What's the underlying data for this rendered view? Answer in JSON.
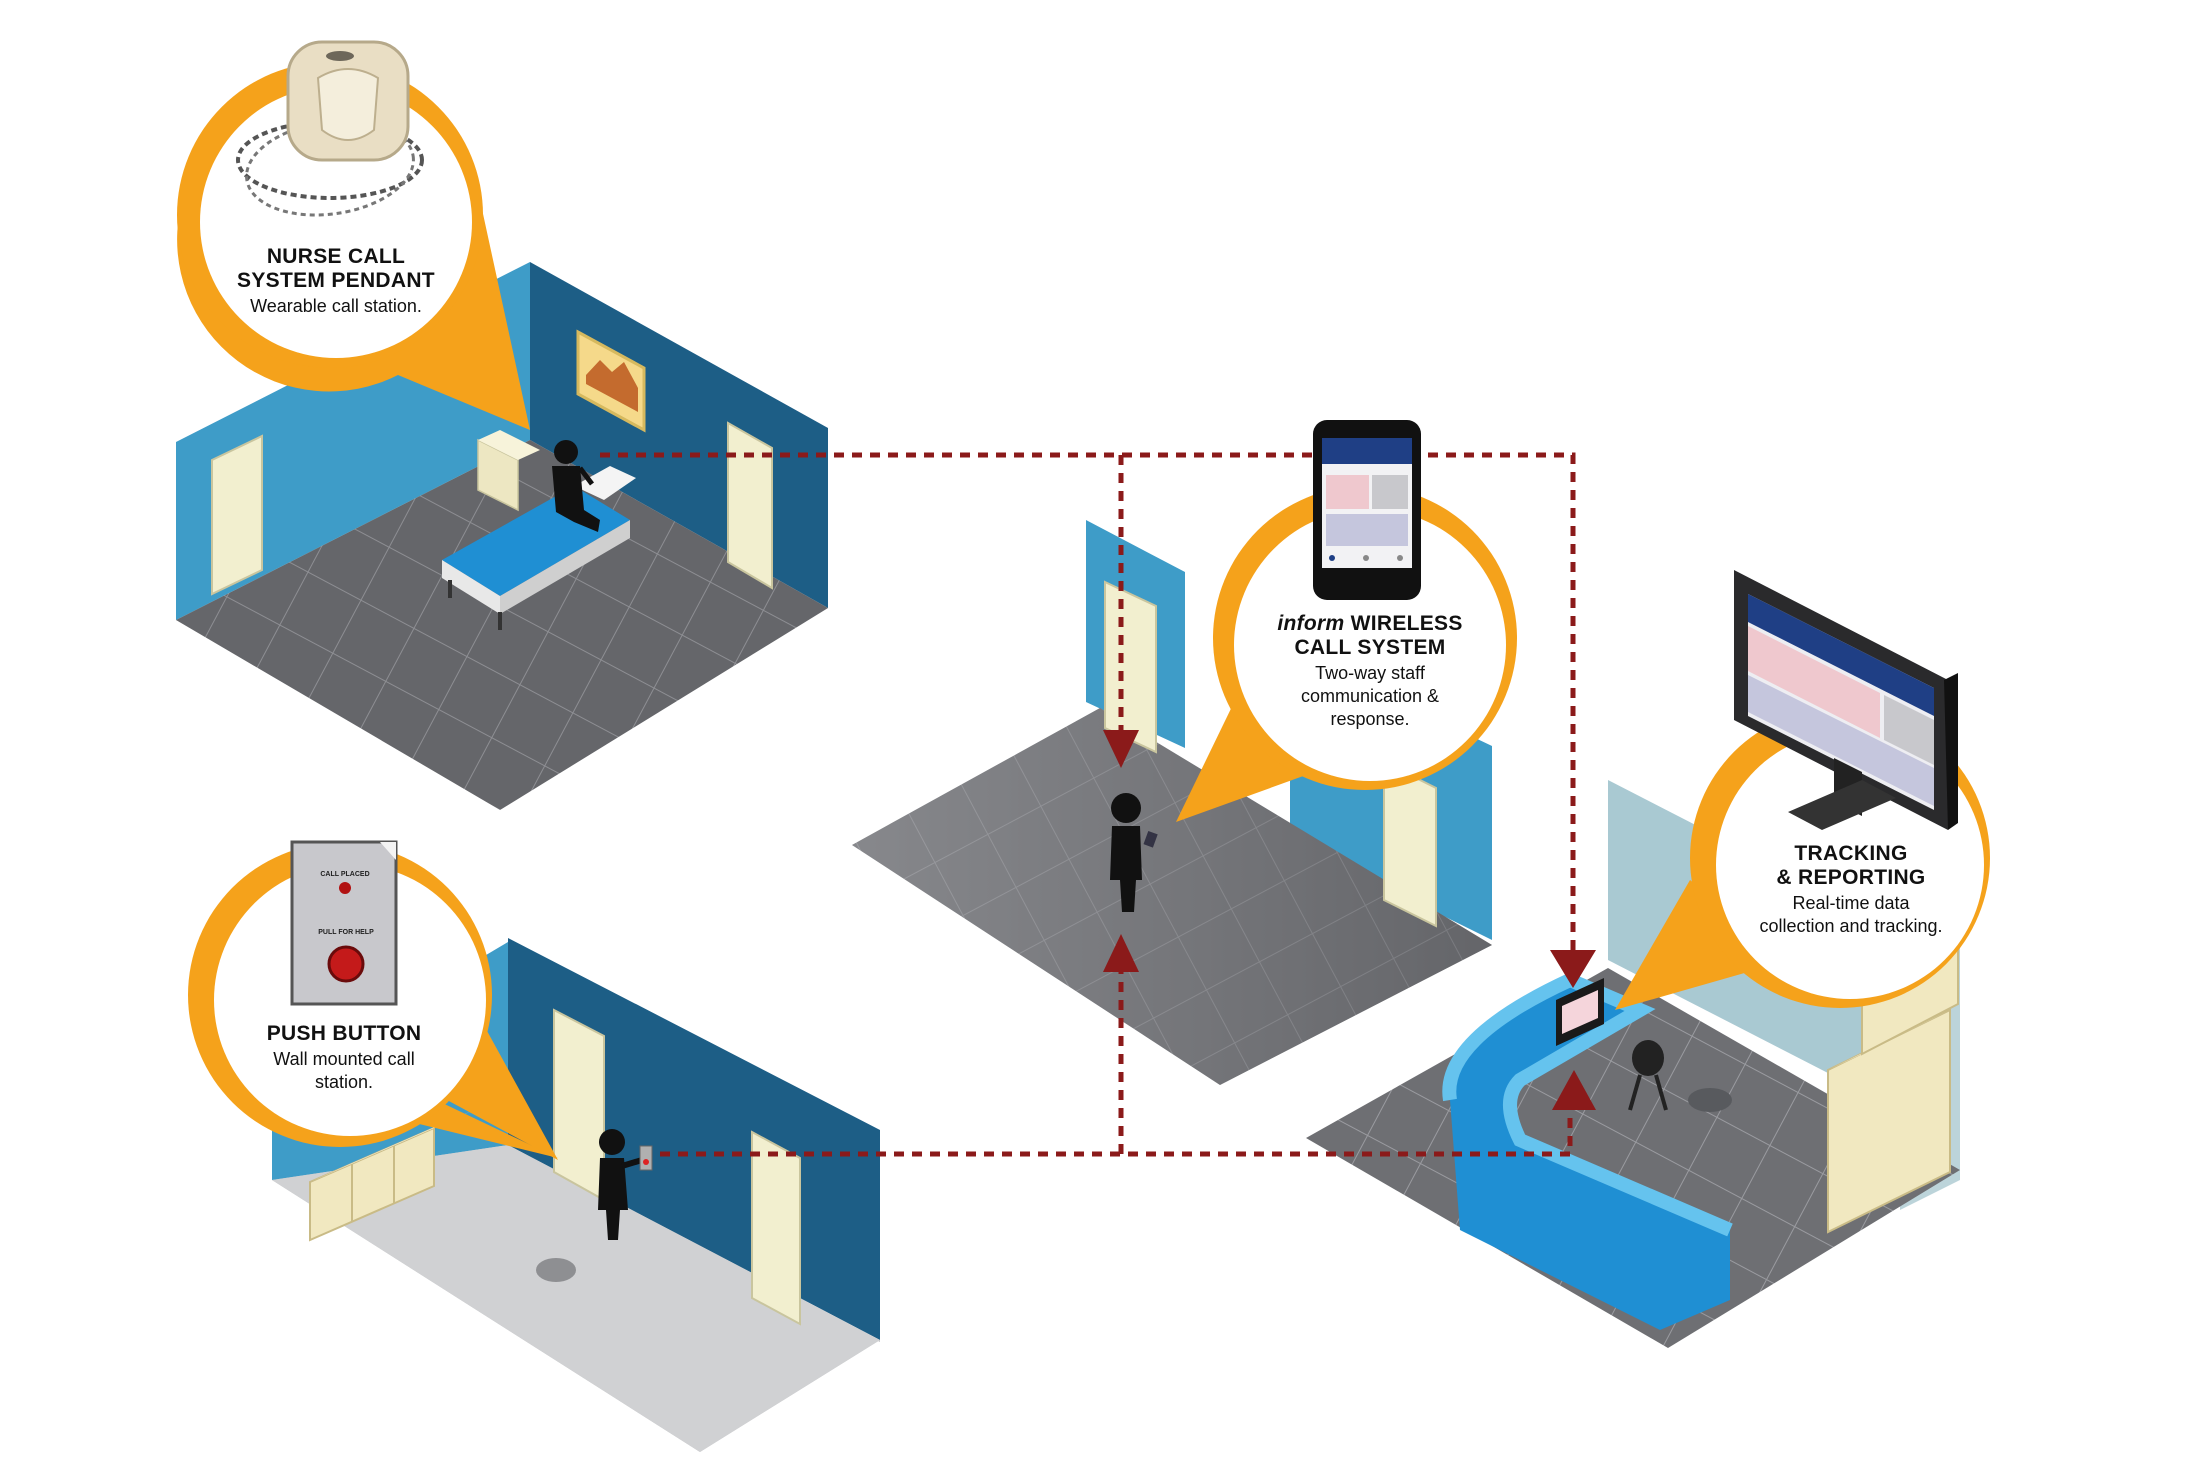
{
  "callouts": {
    "pendant": {
      "title_line1": "NURSE CALL",
      "title_line2": "SYSTEM PENDANT",
      "desc": "Wearable call station."
    },
    "push": {
      "title": "PUSH BUTTON",
      "desc_line1": "Wall mounted call",
      "desc_line2": "station."
    },
    "wireless": {
      "brand": "inform",
      "title_rest": "WIRELESS",
      "title_line2": "CALL SYSTEM",
      "desc_line1": "Two-way staff",
      "desc_line2": "communication &",
      "desc_line3": "response."
    },
    "tracking": {
      "title_line1": "TRACKING",
      "title_line2": "& REPORTING",
      "desc_line1": "Real-time data",
      "desc_line2": "collection and tracking."
    }
  },
  "device_labels": {
    "call_placed": "CALL PLACED",
    "pull_for_help": "PULL FOR HELP"
  },
  "colors": {
    "orange": "#F5A21B",
    "wall_dark": "#1D5E86",
    "wall_light": "#3E9CC8",
    "floor": "#6E6F73",
    "network": "#8B1A1A",
    "door": "#F2EFCF"
  },
  "icons": [
    "pendant-icon",
    "push-button-icon",
    "smartphone-icon",
    "monitor-icon",
    "person-icon",
    "bed-icon"
  ]
}
